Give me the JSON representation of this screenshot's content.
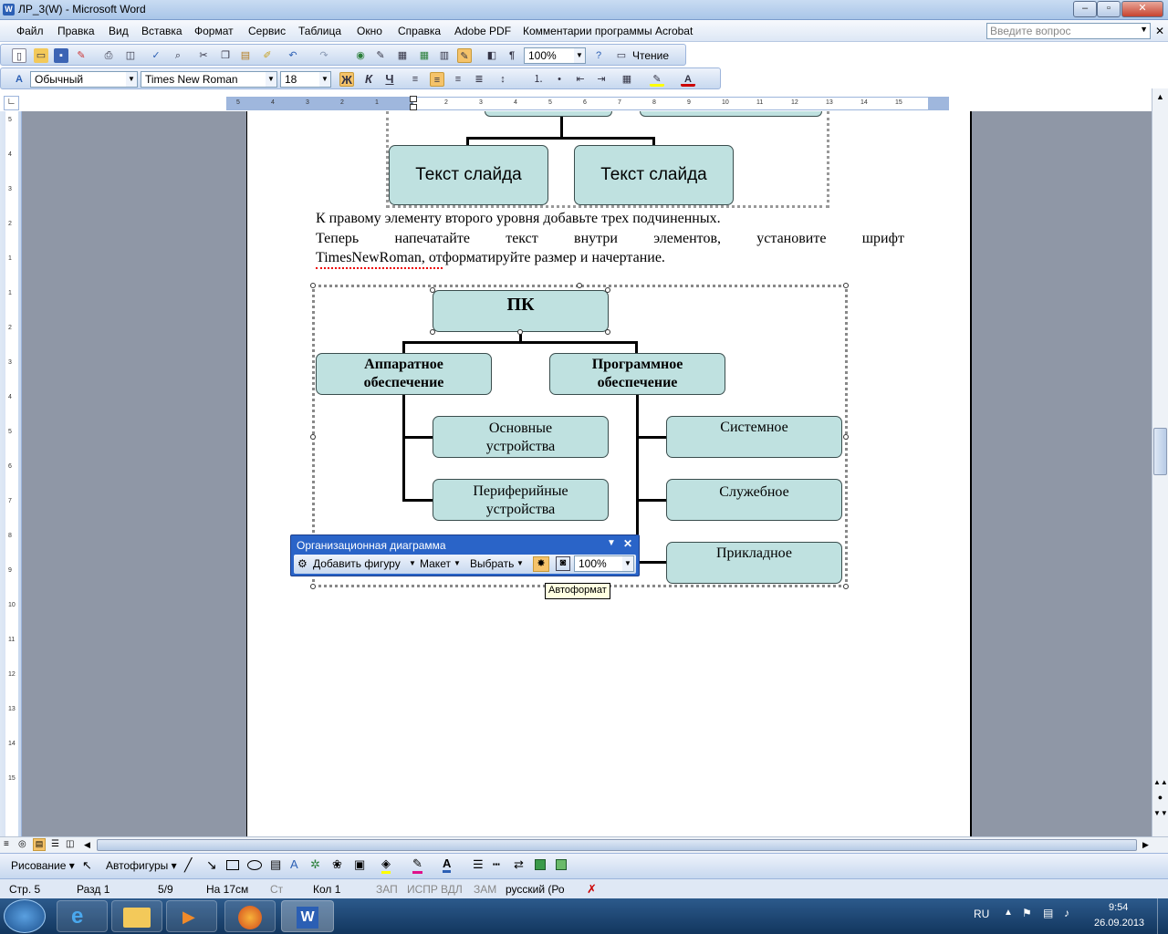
{
  "window": {
    "title": "ЛР_3(W) - Microsoft Word",
    "min": "–",
    "max": "▫",
    "close": "✕"
  },
  "menu": {
    "items": [
      "Файл",
      "Правка",
      "Вид",
      "Вставка",
      "Формат",
      "Сервис",
      "Таблица",
      "Окно",
      "Справка",
      "Adobe PDF",
      "Комментарии программы Acrobat"
    ],
    "help_placeholder": "Введите вопрос"
  },
  "standard_toolbar": {
    "zoom": "100%",
    "read_label": "Чтение"
  },
  "format_toolbar": {
    "style": "Обычный",
    "font": "Times New Roman",
    "size": "18",
    "bold": "Ж",
    "italic": "К",
    "underline": "Ч"
  },
  "ruler": {
    "h_ticks": [
      "5",
      "4",
      "3",
      "2",
      "1",
      "1",
      "2",
      "3",
      "4",
      "5",
      "6",
      "7",
      "8",
      "9",
      "10",
      "11",
      "12",
      "13",
      "14",
      "15"
    ],
    "v_ticks": [
      "5",
      "4",
      "3",
      "2",
      "1",
      "1",
      "2",
      "3",
      "4",
      "5",
      "6",
      "7",
      "8",
      "9",
      "10",
      "11",
      "12",
      "13",
      "14",
      "15"
    ]
  },
  "document": {
    "top_chart": {
      "boxes": [
        "Текст слайда",
        "Текст слайда"
      ]
    },
    "para1": "К правому элементу второго уровня добавьте трех подчиненных.",
    "para2_line1": [
      "Теперь",
      "напечатайте",
      "текст",
      "внутри",
      "элементов,",
      "установите",
      "шрифт"
    ],
    "para2_line2": "TimesNewRoman, отформатируйте размер и начертание.",
    "org": {
      "root": "ПК",
      "left": "Аппаратное обеспечение",
      "right": "Программное обеспечение",
      "left_children": [
        "Основные устройства",
        "Периферийные устройства"
      ],
      "right_children": [
        "Системное",
        "Служебное",
        "Прикладное"
      ]
    }
  },
  "org_toolbar": {
    "title": "Организационная диаграмма",
    "add_shape": "Добавить фигуру",
    "layout": "Макет",
    "select": "Выбрать",
    "zoom": "100%",
    "tooltip": "Автоформат"
  },
  "drawing_toolbar": {
    "draw": "Рисование",
    "autoshapes": "Автофигуры"
  },
  "status": {
    "page": "Стр. 5",
    "section": "Разд 1",
    "pages": "5/9",
    "at": "На 17см",
    "line": "Ст",
    "col": "Кол 1",
    "rec": "ЗАП",
    "trk": "ИСПР",
    "ext": "ВДЛ",
    "ovr": "ЗАМ",
    "lang": "русский (Ро"
  },
  "taskbar": {
    "lang": "RU",
    "time": "9:54",
    "date": "26.09.2013"
  }
}
